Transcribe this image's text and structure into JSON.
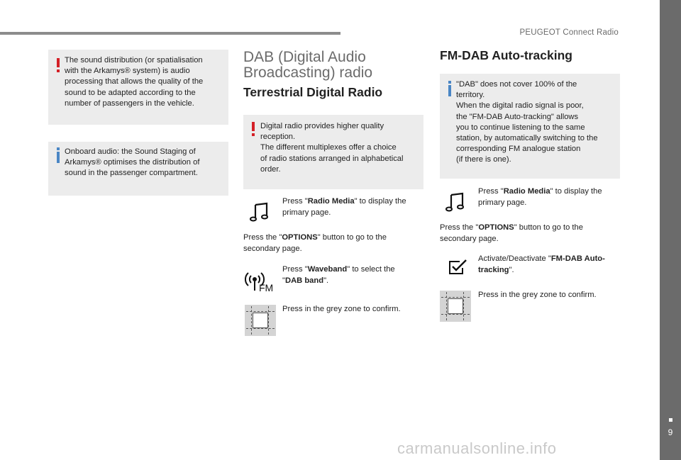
{
  "header": {
    "title": "PEUGEOT Connect Radio"
  },
  "footer": {
    "page_number": "9",
    "watermark": "carmanualsonline.info"
  },
  "col1": {
    "warning_box": {
      "lines": [
        "The sound distribution (or spatialisation",
        "with the Arkamys® system) is audio",
        "processing that allows the quality of the",
        "sound to be adapted according to the",
        "number of passengers in the vehicle."
      ]
    },
    "info_box": {
      "lines": [
        "Onboard audio: the Sound Staging of",
        "Arkamys® optimises the distribution of",
        "sound in the passenger compartment."
      ]
    }
  },
  "col2": {
    "title_line1": "DAB (Digital Audio",
    "title_line2": "Broadcasting) radio",
    "subtitle": "Terrestrial Digital Radio",
    "warning_box": {
      "lines": [
        "Digital radio provides higher quality",
        "reception.",
        "The different multiplexes offer a choice",
        "of radio stations arranged in alphabetical",
        "order."
      ]
    },
    "step1": {
      "pre": "Press \"",
      "bold": "Radio Media",
      "post": "\" to display the",
      "line2": "primary page."
    },
    "step2": {
      "pre": "Press the \"",
      "bold": "OPTIONS",
      "post": "\" button to go to the",
      "line2": "secondary page."
    },
    "step3": {
      "pre": "Press \"",
      "bold": "Waveband",
      "post": "\" to select the",
      "line2_pre": "\"",
      "line2_bold": "DAB band",
      "line2_post": "\"."
    },
    "step4": {
      "text": "Press in the grey zone to confirm."
    },
    "fm_icon_label": "FM"
  },
  "col3": {
    "title": "FM-DAB Auto-tracking",
    "info_box": {
      "lines": [
        "\"DAB\" does not cover 100% of the",
        "territory.",
        "When the digital radio signal is poor,",
        "the \"FM-DAB Auto-tracking\" allows",
        "you to continue listening to the same",
        "station, by automatically switching to the",
        "corresponding FM analogue station",
        "(if there is one)."
      ]
    },
    "step1": {
      "pre": "Press \"",
      "bold": "Radio Media",
      "post": "\" to display the",
      "line2": "primary page."
    },
    "step2": {
      "pre": "Press the \"",
      "bold": "OPTIONS",
      "post": "\" button to go to the",
      "line2": "secondary page."
    },
    "step3": {
      "pre": "Activate/Deactivate \"",
      "bold": "FM-DAB Auto-",
      "line2_bold": "tracking",
      "line2_post": "\"."
    },
    "step4": {
      "text": "Press in the grey zone to confirm."
    }
  },
  "icons": {
    "music": "music-note-icon",
    "fm": "fm-radio-icon",
    "checkbox": "checkbox-check-icon",
    "grey_zone": "grey-zone-icon",
    "warning": "warning-icon",
    "info": "info-icon"
  }
}
